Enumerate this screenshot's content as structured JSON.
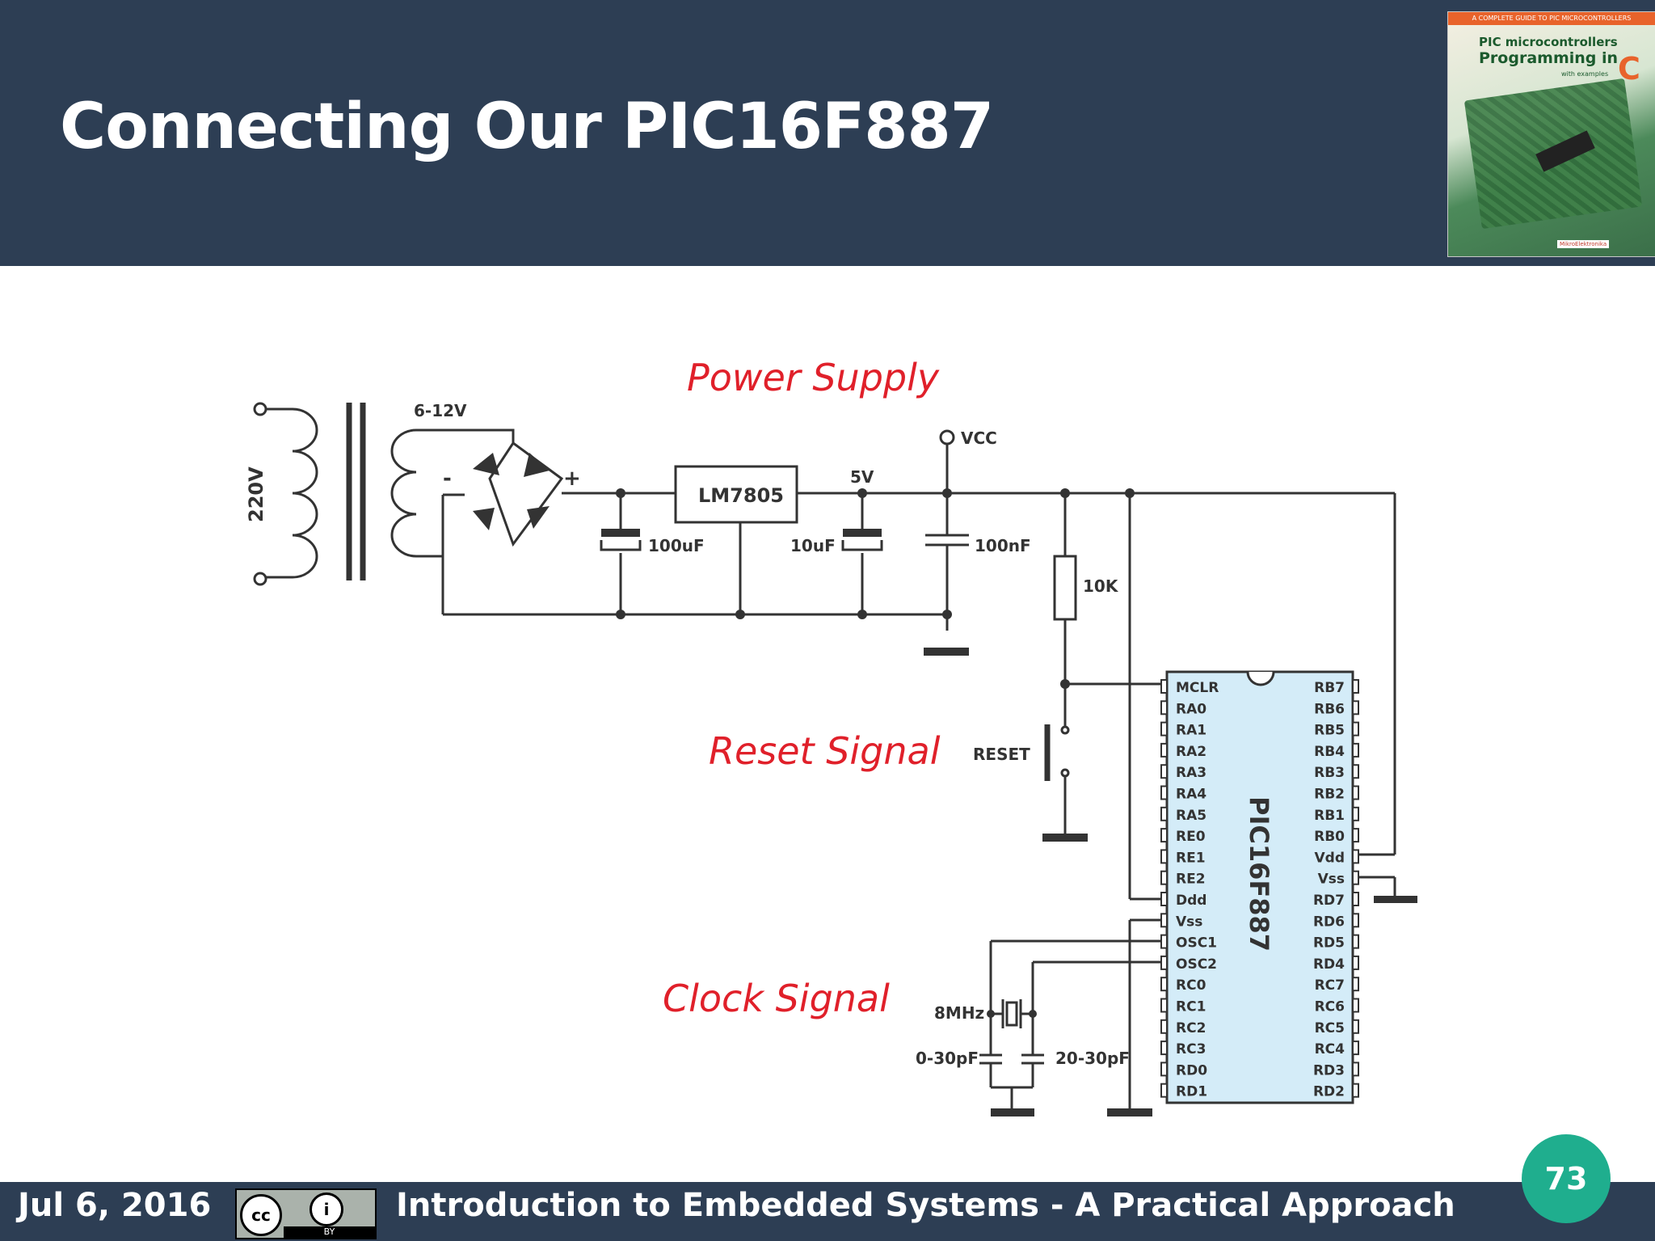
{
  "slide": {
    "title": "Connecting Our PIC16F887",
    "footer_date": "Jul 6, 2016",
    "footer_text": "Introduction to Embedded Systems - A Practical Approach",
    "page_number": "73",
    "license_badge": {
      "cc": "cc",
      "attribution": "i",
      "by": "BY"
    }
  },
  "book_cover": {
    "top_line": "A COMPLETE GUIDE TO PIC MICROCONTROLLERS",
    "line1": "PIC microcontrollers",
    "line2": "Programming in",
    "big_letter": "C",
    "subtitle": "with examples",
    "publisher": "MikroElektronika"
  },
  "annotations": {
    "power": "Power Supply",
    "reset": "Reset Signal",
    "clock": "Clock Signal"
  },
  "circuit": {
    "mains": "220V",
    "transformer_out": "6-12V",
    "minus": "-",
    "plus": "+",
    "regulator": "LM7805",
    "v5": "5V",
    "vcc": "VCC",
    "c1": "100uF",
    "c2": "10uF",
    "c3": "100nF",
    "r1": "10K",
    "reset_btn": "RESET",
    "crystal": "8MHz",
    "cap_left": "0-30pF",
    "cap_right": "20-30pF",
    "chip_name": "PIC16F887",
    "left_pins": [
      "MCLR",
      "RA0",
      "RA1",
      "RA2",
      "RA3",
      "RA4",
      "RA5",
      "RE0",
      "RE1",
      "RE2",
      "Ddd",
      "Vss",
      "OSC1",
      "OSC2",
      "RC0",
      "RC1",
      "RC2",
      "RC3",
      "RD0",
      "RD1"
    ],
    "right_pins": [
      "RB7",
      "RB6",
      "RB5",
      "RB4",
      "RB3",
      "RB2",
      "RB1",
      "RB0",
      "Vdd",
      "Vss",
      "RD7",
      "RD6",
      "RD5",
      "RD4",
      "RC7",
      "RC6",
      "RC5",
      "RC4",
      "RD3",
      "RD2"
    ]
  }
}
